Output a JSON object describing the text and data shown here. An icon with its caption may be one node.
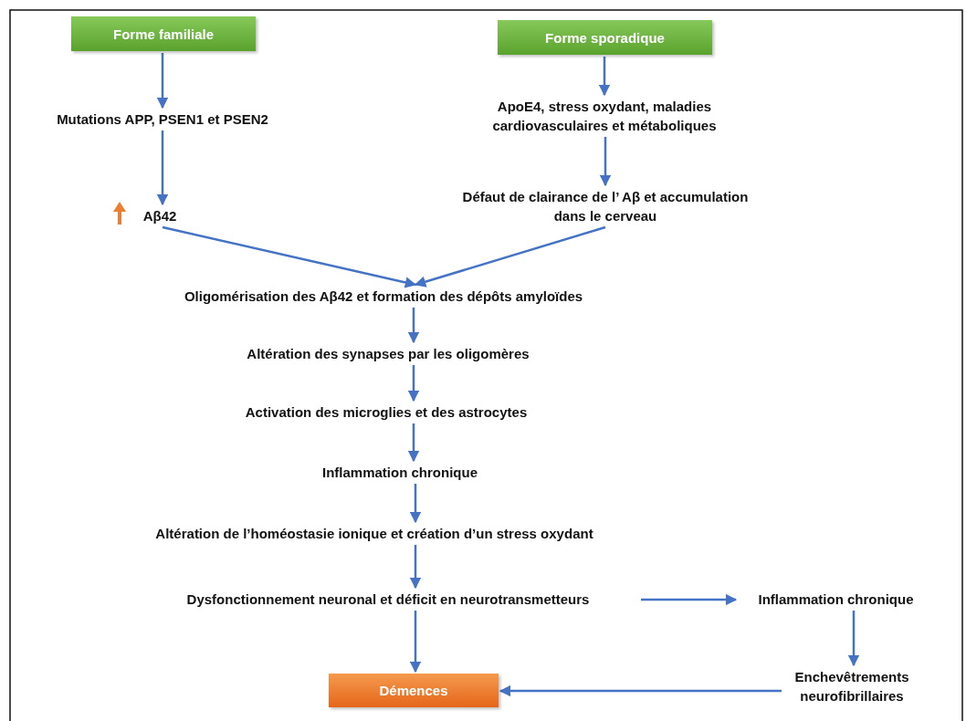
{
  "diagram": {
    "nodes": [
      {
        "text": [
          "Forme familiale"
        ]
      },
      {
        "text": [
          "Forme sporadique"
        ]
      },
      {
        "text": [
          "Mutations APP, PSEN1 et PSEN2"
        ]
      },
      {
        "text": [
          "ApoE4, stress oxydant, maladies cardiovasculaires et métaboliques"
        ]
      },
      {
        "text": [
          "Aβ42"
        ]
      },
      {
        "text": [
          "Défaut de clairance de l’ Aβ et accumulation dans le cerveau"
        ]
      },
      {
        "text": [
          "Oligomérisation des Aβ42 et formation des dépôts amyloïdes"
        ]
      },
      {
        "text": [
          "Altération des synapses par les oligomères"
        ]
      },
      {
        "text": [
          "Activation des microglies et des astrocytes"
        ]
      },
      {
        "text": [
          "Inflammation chronique"
        ]
      },
      {
        "text": [
          "Altération de l’homéostasie ionique et création d’un stress oxydant"
        ]
      },
      {
        "text": [
          "Dysfonctionnement neuronal et déficit en neurotransmetteurs"
        ]
      },
      {
        "text": [
          "Inflammation chronique"
        ]
      },
      {
        "text": [
          "Démences"
        ]
      },
      {
        "text": [
          "Enchevêtrements neurofibrillaires"
        ]
      }
    ],
    "edges": [
      {
        "from": 0,
        "to": 2,
        "arrow": "to"
      },
      {
        "from": 2,
        "to": 4,
        "arrow": "to"
      },
      {
        "from": 1,
        "to": 3,
        "arrow": "to"
      },
      {
        "from": 3,
        "to": 5,
        "arrow": "to"
      },
      {
        "from": 4,
        "to": 6,
        "arrow": "to"
      },
      {
        "from": 5,
        "to": 6,
        "arrow": "to"
      },
      {
        "from": 6,
        "to": 7,
        "arrow": "to"
      },
      {
        "from": 7,
        "to": 8,
        "arrow": "to"
      },
      {
        "from": 8,
        "to": 9,
        "arrow": "to"
      },
      {
        "from": 9,
        "to": 10,
        "arrow": "to"
      },
      {
        "from": 10,
        "to": 11,
        "arrow": "to"
      },
      {
        "from": 11,
        "to": 12,
        "arrow": "to"
      },
      {
        "from": 11,
        "to": 13,
        "arrow": "to"
      },
      {
        "from": 12,
        "to": 14,
        "arrow": "to"
      },
      {
        "from": 14,
        "to": 13,
        "arrow": "to"
      }
    ]
  }
}
